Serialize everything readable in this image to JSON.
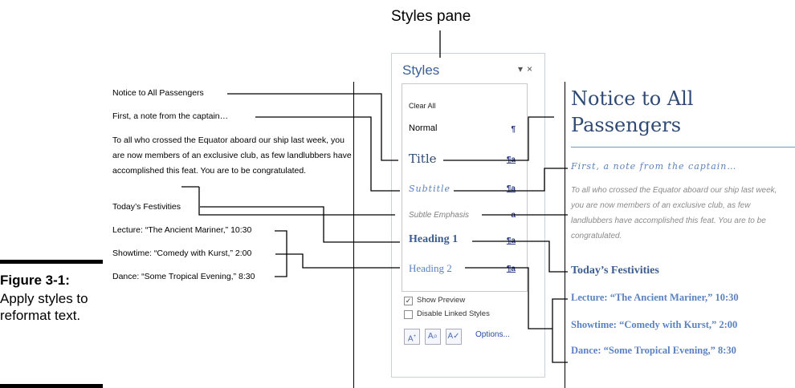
{
  "callout": "Styles pane",
  "caption": {
    "figure": "Figure 3-1:",
    "text": "Apply styles to reformat text."
  },
  "left_doc": {
    "title": "Notice to All Passengers",
    "subtitle": "First, a note from the captain…",
    "body": "To all who crossed the Equator aboard our ship last week, you are now members of an exclusive club, as few landlubbers have accomplished this feat. You are to be congratulated.",
    "heading1": "Today’s Festivities",
    "events": [
      "Lecture: “The Ancient Mariner,” 10:30",
      "Showtime: “Comedy with Kurst,” 2:00",
      "Dance: “Some Tropical Evening,” 8:30"
    ]
  },
  "styles_pane": {
    "title": "Styles",
    "controls": "▾ ×",
    "clear_all": "Clear All",
    "styles": [
      {
        "name": "Normal",
        "mark": "¶"
      },
      {
        "name": "Title",
        "mark": "¶a"
      },
      {
        "name": "Subtitle",
        "mark": "¶a"
      },
      {
        "name": "Subtle Emphasis",
        "mark": "a"
      },
      {
        "name": "Heading 1",
        "mark": "¶a"
      },
      {
        "name": "Heading 2",
        "mark": "¶a"
      }
    ],
    "show_preview": {
      "label": "Show Preview",
      "checked": true
    },
    "disable_linked": {
      "label": "Disable Linked Styles",
      "checked": false
    },
    "buttons": [
      "new-style-icon",
      "style-inspector-icon",
      "manage-styles-icon"
    ],
    "options_label": "Options..."
  },
  "right_doc": {
    "title": "Notice to All Passengers",
    "subtitle": "First, a note from the captain…",
    "body": "To all who crossed the Equator aboard our ship last week, you are now members of an exclusive club, as few landlubbers have accomplished this feat. You are to be congratulated.",
    "heading1": "Today’s Festivities",
    "events": [
      "Lecture: “The Ancient Mariner,” 10:30",
      "Showtime: “Comedy with Kurst,” 2:00",
      "Dance: “Some Tropical Evening,” 8:30"
    ]
  },
  "colors": {
    "heading": "#2f4a75",
    "accent": "#5b82bf",
    "pane_title": "#3a5f9a"
  }
}
